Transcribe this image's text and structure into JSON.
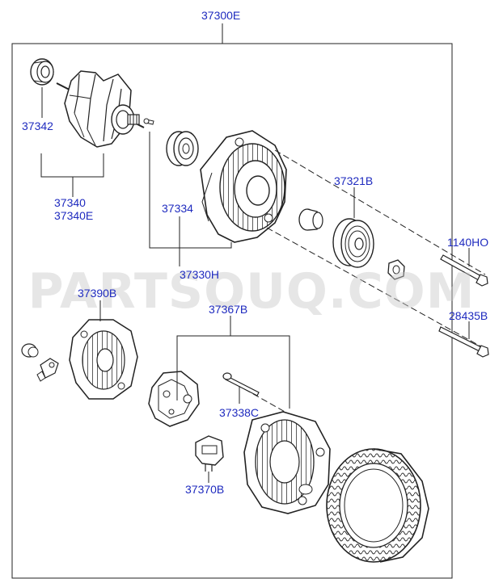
{
  "labels": {
    "assembly": "37300E",
    "bearing_front": "37342",
    "rotor_a": "37340",
    "rotor_b": "37340E",
    "bearing_rear": "37334",
    "housing_front": "37330H",
    "pulley_collar": "37321B",
    "bolt_long": "1140HO",
    "bolt_through": "28435B",
    "rear_cover": "37390B",
    "regulator": "37367B",
    "screw": "37338C",
    "brush_holder": "37370B"
  },
  "watermark": "PARTSOUQ.COM",
  "colors": {
    "label": "#1f2bbf",
    "line": "#222222",
    "watermark": "#c8c8c8"
  }
}
